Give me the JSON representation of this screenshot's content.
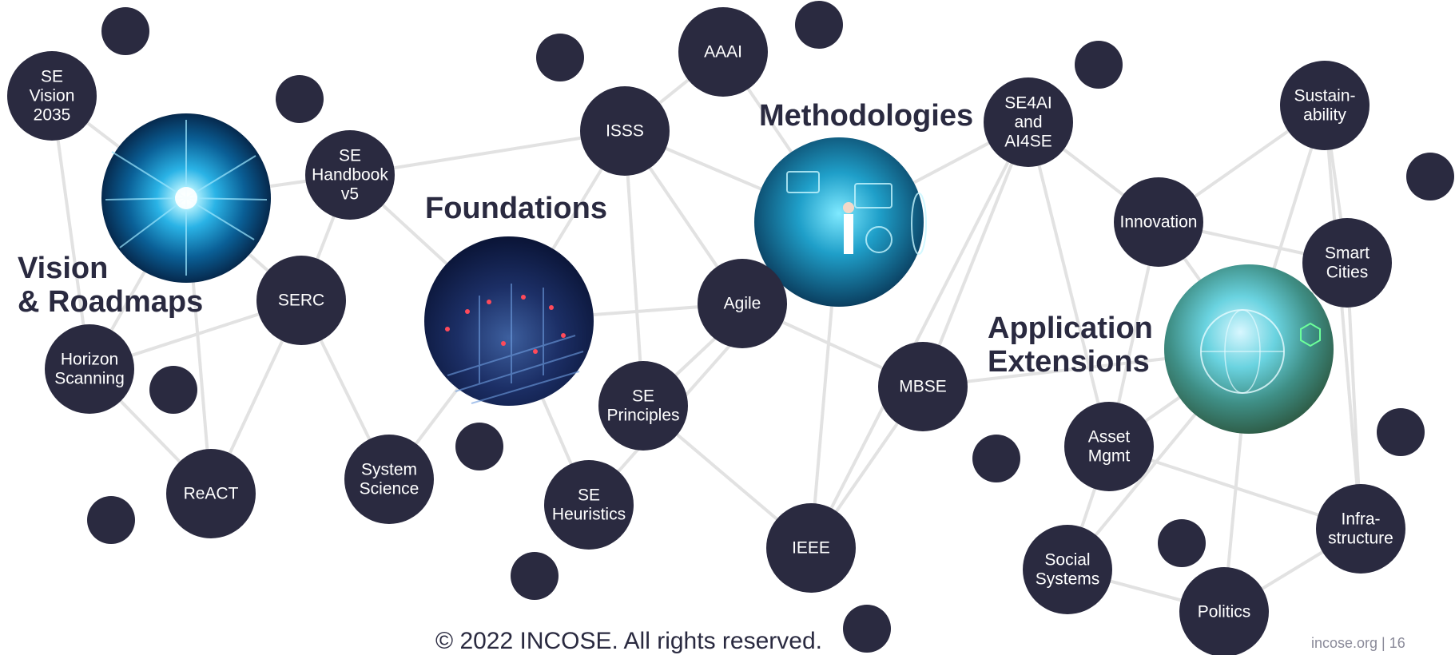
{
  "colors": {
    "node": "#2a2a40",
    "edge": "#e2e2e2",
    "text_on_node": "#ffffff",
    "heading": "#2a2a40",
    "footer_gray": "#8a8a99"
  },
  "headings": {
    "vision": [
      "Vision",
      "& Roadmaps"
    ],
    "foundations": [
      "Foundations"
    ],
    "methodologies": [
      "Methodologies"
    ],
    "application": [
      "Application",
      "Extensions"
    ]
  },
  "nodes": [
    {
      "id": "se-vision-2035",
      "lines": [
        "SE",
        "Vision",
        "2035"
      ]
    },
    {
      "id": "se-handbook-v5",
      "lines": [
        "SE",
        "Handbook",
        "v5"
      ]
    },
    {
      "id": "serc",
      "lines": [
        "SERC"
      ]
    },
    {
      "id": "horizon-scanning",
      "lines": [
        "Horizon",
        "Scanning"
      ]
    },
    {
      "id": "react",
      "lines": [
        "ReACT"
      ]
    },
    {
      "id": "system-science",
      "lines": [
        "System",
        "Science"
      ]
    },
    {
      "id": "isss",
      "lines": [
        "ISSS"
      ]
    },
    {
      "id": "aaai",
      "lines": [
        "AAAI"
      ]
    },
    {
      "id": "agile",
      "lines": [
        "Agile"
      ]
    },
    {
      "id": "se-principles",
      "lines": [
        "SE",
        "Principles"
      ]
    },
    {
      "id": "se-heuristics",
      "lines": [
        "SE",
        "Heuristics"
      ]
    },
    {
      "id": "ieee",
      "lines": [
        "IEEE"
      ]
    },
    {
      "id": "mbse",
      "lines": [
        "MBSE"
      ]
    },
    {
      "id": "se4ai-ai4se",
      "lines": [
        "SE4AI",
        "and",
        "AI4SE"
      ]
    },
    {
      "id": "innovation",
      "lines": [
        "Innovation"
      ]
    },
    {
      "id": "sustainability",
      "lines": [
        "Sustain-",
        "ability"
      ]
    },
    {
      "id": "smart-cities",
      "lines": [
        "Smart",
        "Cities"
      ]
    },
    {
      "id": "asset-mgmt",
      "lines": [
        "Asset",
        "Mgmt"
      ]
    },
    {
      "id": "social-systems",
      "lines": [
        "Social",
        "Systems"
      ]
    },
    {
      "id": "politics",
      "lines": [
        "Politics"
      ]
    },
    {
      "id": "infrastructure",
      "lines": [
        "Infra-",
        "structure"
      ]
    }
  ],
  "footer": {
    "copyright": "© 2022 INCOSE. All rights reserved.",
    "site": "incose.org | 16"
  }
}
